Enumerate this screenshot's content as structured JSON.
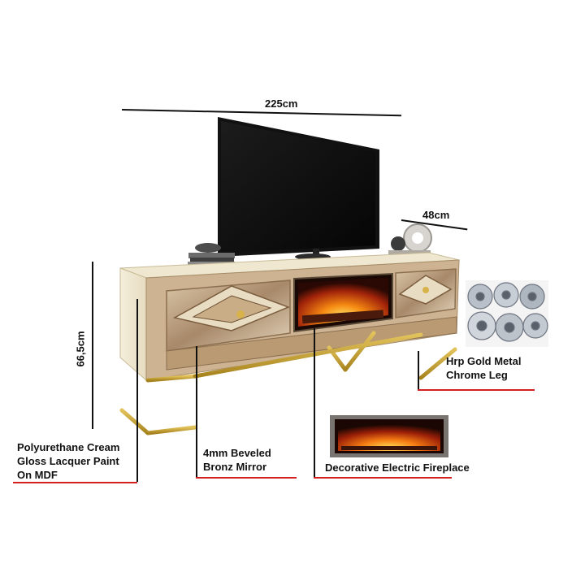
{
  "dimensions": {
    "width": "225cm",
    "depth": "48cm",
    "height": "66,5cm"
  },
  "callouts": {
    "leg": [
      "Hrp Gold Metal",
      "Chrome Leg"
    ],
    "paint": [
      "Polyurethane Cream",
      "Gloss Lacquer Paint",
      "On MDF"
    ],
    "mirror": [
      "4mm Beveled",
      "Bronz Mirror"
    ],
    "fireplace": "Decorative Electric Fireplace"
  },
  "colors": {
    "cream_body": "#efe7cf",
    "gold_leg": "#c9a53a",
    "callout_line": "#d42020",
    "flame": "#f57c12"
  }
}
